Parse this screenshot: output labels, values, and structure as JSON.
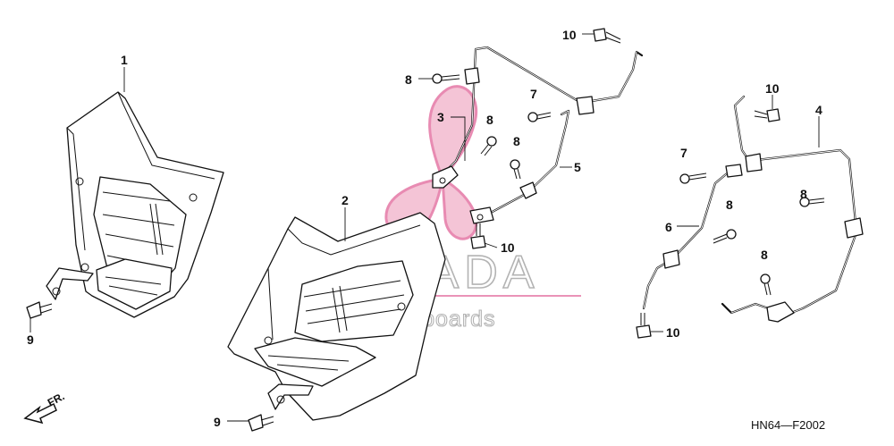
{
  "diagram": {
    "callouts": [
      "1",
      "2",
      "3",
      "4",
      "5",
      "6",
      "7",
      "8",
      "9",
      "10"
    ],
    "drawing_code": "HN64—F2002",
    "front_marker": "FR.",
    "watermark": {
      "brand": "ARMADA",
      "tagline": "marine outboards",
      "logo_color": "#e36fa0"
    }
  }
}
